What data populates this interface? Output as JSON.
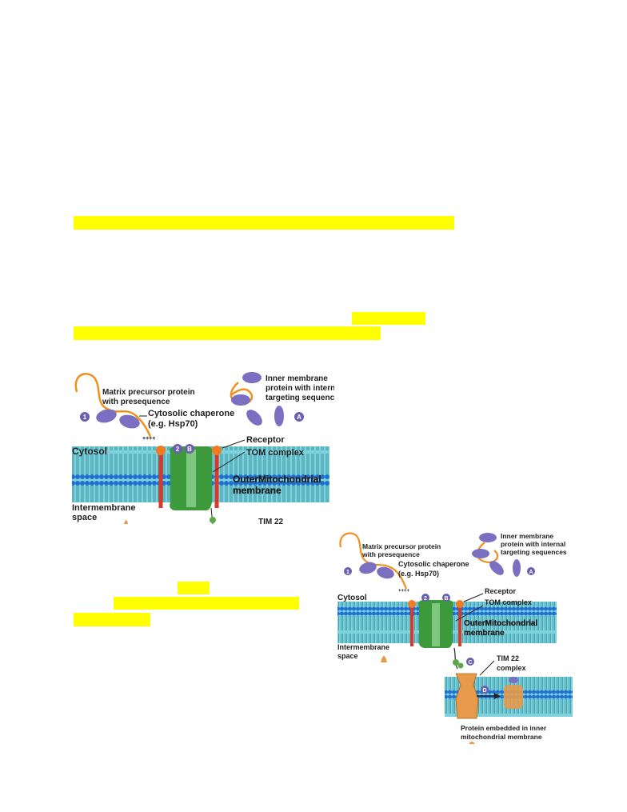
{
  "figure": {
    "labels": {
      "matrix_precursor_line1": "Matrix precursor protein",
      "matrix_precursor_line2": "with presequence",
      "chaperone_line1": "Cytosolic chaperone",
      "chaperone_line2": "(e.g. Hsp70)",
      "inner_membrane_line1": "Inner membrane",
      "inner_membrane_line2": "protein with internal",
      "inner_membrane_line3": "targeting sequences",
      "cytosol": "Cytosol",
      "receptor": "Receptor",
      "tom_complex": "TOM complex",
      "outer_membrane_line1": "OuterMitochondrial",
      "outer_membrane_line2": "membrane",
      "intermembrane_line1": "Intermembrane",
      "intermembrane_line2": "space",
      "tim22_line1": "TIM 22",
      "tim22_line2": "complex",
      "embedded_line1": "Protein embedded in inner",
      "embedded_line2": "mitochondrial membrane",
      "presequence_charges": "++++"
    },
    "badges": {
      "one": "1",
      "two": "2",
      "a": "A",
      "b": "B",
      "c": "C",
      "d": "D"
    }
  },
  "colors": {
    "highlight": "#ffff00",
    "membrane": "#5fbfd0",
    "head_groups": "#1e6fd0",
    "tom_green": "#3c9a3c",
    "protein_purple": "#7a6fc0",
    "chain_orange": "#f0901e",
    "receptor_red": "#d83a2a",
    "badge_purple": "#6b5fb0",
    "tim_orange": "#e69a4a"
  }
}
